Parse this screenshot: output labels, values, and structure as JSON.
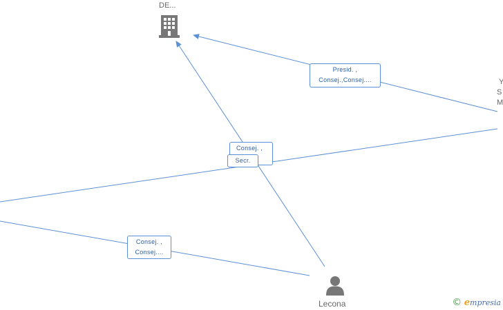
{
  "nodes": {
    "company_top": {
      "label": "DE...",
      "type": "company"
    },
    "company_right": {
      "label_lines": [
        "Y",
        "S",
        "M"
      ],
      "type": "company"
    },
    "person_bottom": {
      "label": "Lecona",
      "type": "person"
    }
  },
  "edge_labels": {
    "presid": {
      "line1": "Presid. ,",
      "line2": "Consej.,Consej...."
    },
    "consej_mid": {
      "line1": "Consej. ,"
    },
    "secr": {
      "line1": "Secr."
    },
    "consej_left": {
      "line1": "Consej. ,",
      "line2": "Consej...."
    }
  },
  "brand": {
    "copyright": "©",
    "e": "e",
    "name": "mpresia"
  },
  "colors": {
    "edge": "#5b8fd6",
    "node_icon": "#777777",
    "label_text": "#2b5fa8"
  }
}
